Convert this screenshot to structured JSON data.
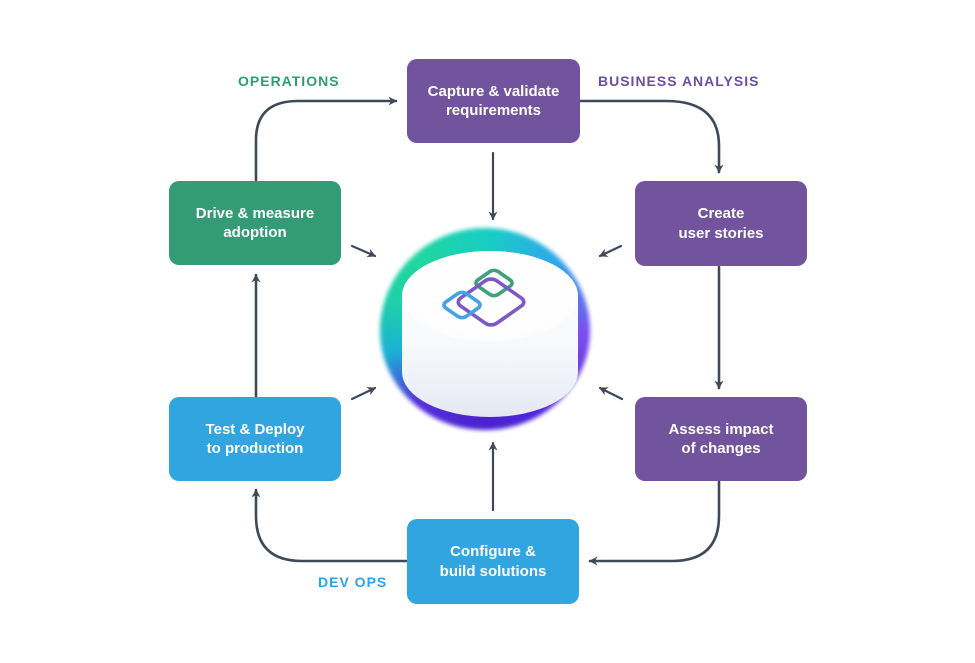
{
  "diagram_title": "circular-platform-workflow",
  "colors": {
    "background": "#ffffff",
    "arrow": "#3e4a59",
    "node_purple": "#72549e",
    "node_green": "#339c74",
    "node_blue": "#31a5e0",
    "node_text": "#ffffff",
    "label_operations_color": "#2aa06e",
    "label_business_analysis_color": "#6b4fa3",
    "label_dev_ops_color": "#2aa3e4",
    "ring_teal": "#21d69e",
    "ring_cyan": "#18cdc4",
    "ring_blue": "#2fa7ea",
    "ring_purple": "#7e4cf2",
    "ring_indigo": "#4a22cd",
    "logo_green": "#3ba379",
    "logo_purple": "#7e57c8",
    "logo_blue": "#42a4e6"
  },
  "labels": {
    "operations": "OPERATIONS",
    "business_analysis": "BUSINESS ANALYSIS",
    "dev_ops": "DEV OPS"
  },
  "nodes": {
    "capture": {
      "line1": "Capture & validate",
      "line2": "requirements",
      "color": "#72549e"
    },
    "create": {
      "line1": "Create",
      "line2": "user stories",
      "color": "#72549e"
    },
    "assess": {
      "line1": "Assess impact",
      "line2": "of changes",
      "color": "#72549e"
    },
    "configure": {
      "line1": "Configure &",
      "line2": "build solutions",
      "color": "#31a5e0"
    },
    "test": {
      "line1": "Test & Deploy",
      "line2": "to production",
      "color": "#31a5e0"
    },
    "drive": {
      "line1": "Drive & measure",
      "line2": "adoption",
      "color": "#339c74"
    }
  },
  "center": {
    "icon": "overlapping-squares-logo",
    "shape": "white-cylinder-with-gradient-ring"
  }
}
